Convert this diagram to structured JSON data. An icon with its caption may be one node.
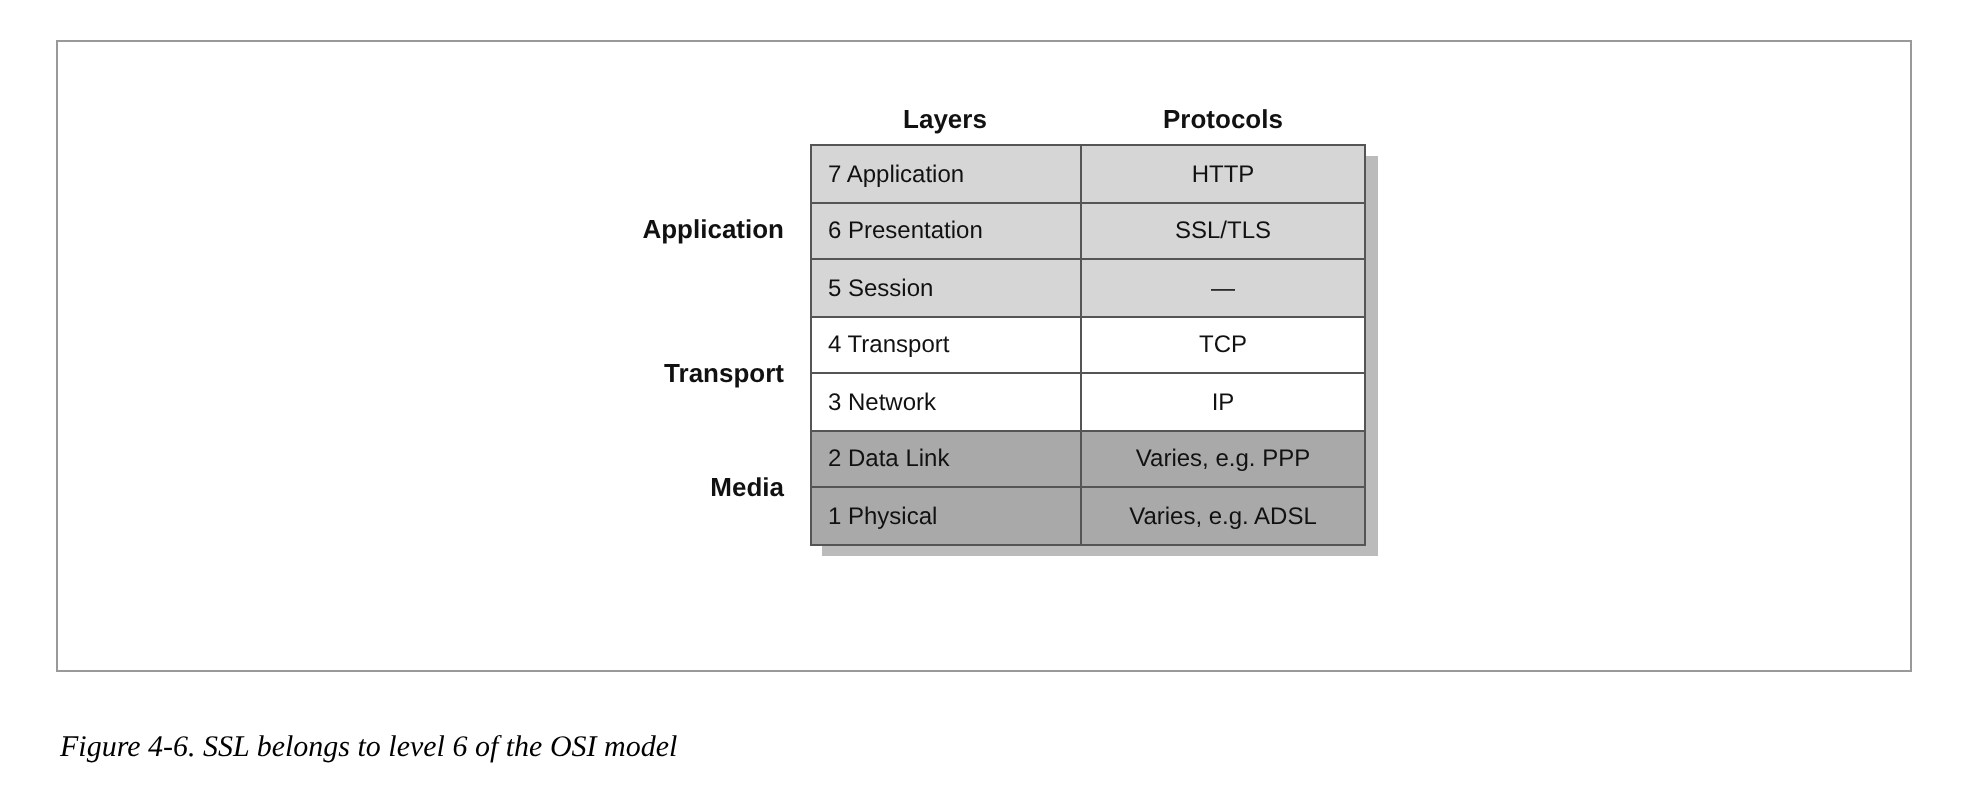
{
  "diagram": {
    "caption": "Figure 4-6. SSL belongs to level 6 of the OSI model",
    "labels": [
      "Layers",
      "Protocols",
      "Application",
      "7 Application",
      "HTTP",
      "6 Presentation",
      "SSL/TLS",
      "5 Session",
      "—",
      "Transport",
      "4 Transport",
      "TCP",
      "3 Network",
      "IP",
      "Media",
      "2 Data Link",
      "Varies, e.g. PPP",
      "1 Physical",
      "Varies, e.g. ADSL"
    ]
  }
}
